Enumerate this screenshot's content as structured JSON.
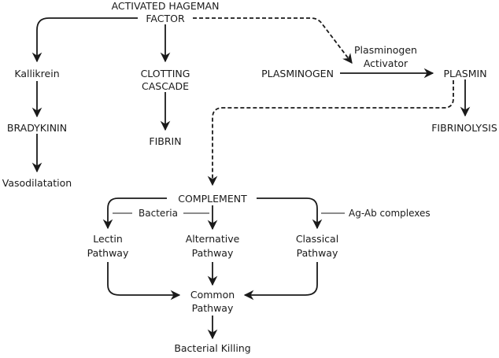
{
  "diagram": {
    "nodes": {
      "hageman_line1": "ACTIVATED HAGEMAN",
      "hageman_line2": "FACTOR",
      "kallikrein": "Kallikrein",
      "clotting_line1": "CLOTTING",
      "clotting_line2": "CASCADE",
      "plasminogen": "PLASMINOGEN",
      "activator_line1": "Plasminogen",
      "activator_line2": "Activator",
      "plasmin": "PLASMIN",
      "bradykinin": "BRADYKININ",
      "fibrin": "FIBRIN",
      "fibrinolysis": "FIBRINOLYSIS",
      "vasodilatation": "Vasodilatation",
      "complement": "COMPLEMENT",
      "bacteria": "Bacteria",
      "agab": "Ag-Ab complexes",
      "lectin_line1": "Lectin",
      "lectin_line2": "Pathway",
      "alternative_line1": "Alternative",
      "alternative_line2": "Pathway",
      "classical_line1": "Classical",
      "classical_line2": "Pathway",
      "common_line1": "Common",
      "common_line2": "Pathway",
      "killing": "Bacterial Killing"
    },
    "edges": [
      {
        "from": "Activated Hageman Factor",
        "to": "Kallikrein",
        "style": "solid"
      },
      {
        "from": "Activated Hageman Factor",
        "to": "Clotting Cascade",
        "style": "solid"
      },
      {
        "from": "Activated Hageman Factor",
        "to": "Plasminogen Activator",
        "style": "dashed"
      },
      {
        "from": "Plasminogen",
        "to": "Plasmin",
        "style": "solid"
      },
      {
        "from": "Plasmin",
        "to": "Fibrinolysis",
        "style": "solid"
      },
      {
        "from": "Plasmin",
        "to": "Complement",
        "style": "dashed"
      },
      {
        "from": "Kallikrein",
        "to": "Bradykinin",
        "style": "solid"
      },
      {
        "from": "Bradykinin",
        "to": "Vasodilatation",
        "style": "solid"
      },
      {
        "from": "Clotting Cascade",
        "to": "Fibrin",
        "style": "solid"
      },
      {
        "from": "Complement",
        "to": "Lectin Pathway",
        "style": "solid"
      },
      {
        "from": "Complement",
        "to": "Alternative Pathway",
        "style": "solid"
      },
      {
        "from": "Complement",
        "to": "Classical Pathway",
        "style": "solid"
      },
      {
        "from": "Lectin Pathway",
        "to": "Common Pathway",
        "style": "solid"
      },
      {
        "from": "Alternative Pathway",
        "to": "Common Pathway",
        "style": "solid"
      },
      {
        "from": "Classical Pathway",
        "to": "Common Pathway",
        "style": "solid"
      },
      {
        "from": "Common Pathway",
        "to": "Bacterial Killing",
        "style": "solid"
      }
    ]
  }
}
